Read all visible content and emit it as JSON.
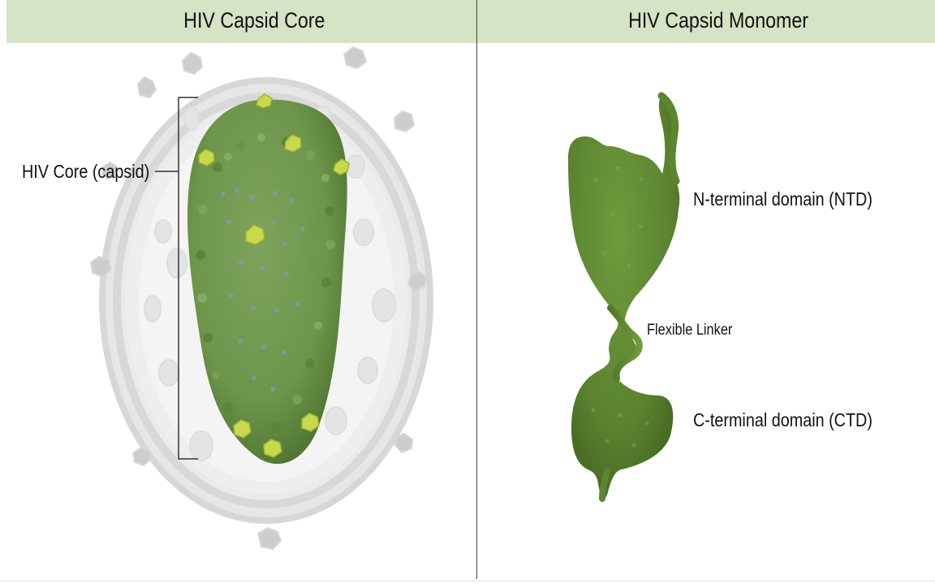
{
  "header": {
    "left_title": "HIV Capsid Core",
    "right_title": "HIV Capsid Monomer"
  },
  "left_panel": {
    "core_label": "HIV Core (capsid)"
  },
  "right_panel": {
    "ntd_label": "N-terminal domain (NTD)",
    "linker_label": "Flexible Linker",
    "ctd_label": "C-terminal domain (CTD)"
  }
}
